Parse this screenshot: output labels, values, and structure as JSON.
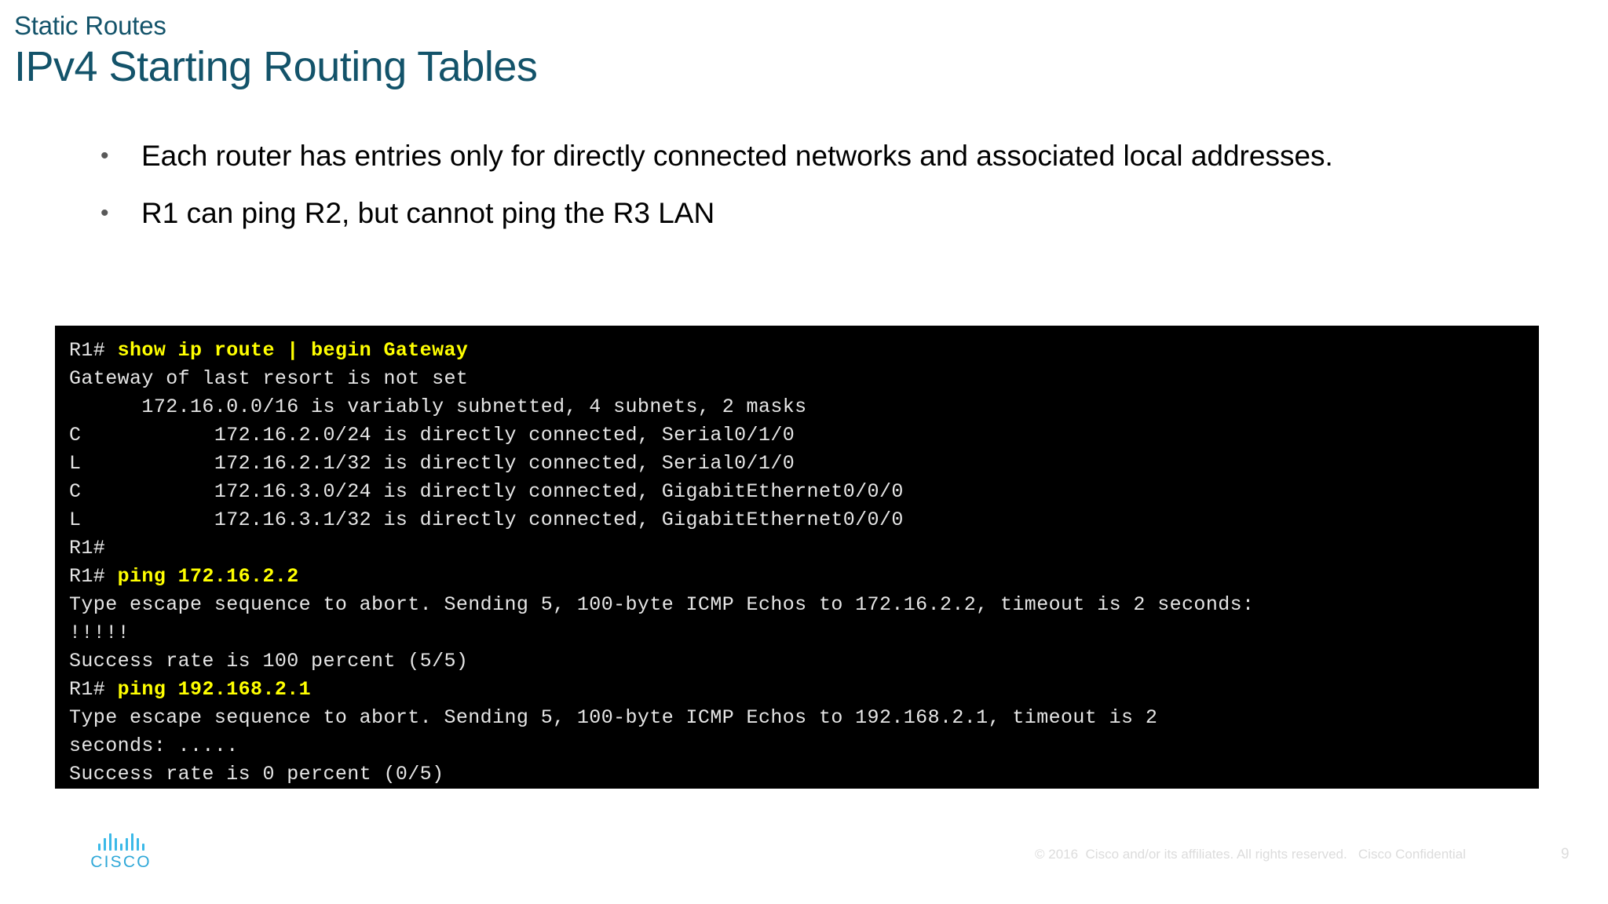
{
  "header": {
    "eyebrow": "Static Routes",
    "title": "IPv4 Starting Routing Tables",
    "accent_color": "#13536A"
  },
  "bullets": [
    {
      "marker": "•",
      "text": "Each router has entries only for directly connected networks and associated local addresses."
    },
    {
      "marker": "•",
      "text": "R1 can ping R2, but cannot ping the R3 LAN"
    }
  ],
  "terminal": {
    "background": "#000000",
    "text_color": "#E6E6E6",
    "command_color": "#FFFF00",
    "lines": [
      {
        "prompt": "R1# ",
        "command": "show ip route | begin Gateway",
        "rest": ""
      },
      {
        "prompt": "",
        "command": "",
        "rest": "Gateway of last resort is not set"
      },
      {
        "prompt": "",
        "command": "",
        "rest": "      172.16.0.0/16 is variably subnetted, 4 subnets, 2 masks"
      },
      {
        "prompt": "",
        "command": "",
        "rest": "C           172.16.2.0/24 is directly connected, Serial0/1/0"
      },
      {
        "prompt": "",
        "command": "",
        "rest": "L           172.16.2.1/32 is directly connected, Serial0/1/0"
      },
      {
        "prompt": "",
        "command": "",
        "rest": "C           172.16.3.0/24 is directly connected, GigabitEthernet0/0/0"
      },
      {
        "prompt": "",
        "command": "",
        "rest": "L           172.16.3.1/32 is directly connected, GigabitEthernet0/0/0"
      },
      {
        "prompt": "",
        "command": "",
        "rest": "R1#"
      },
      {
        "prompt": "R1# ",
        "command": "ping 172.16.2.2",
        "rest": ""
      },
      {
        "prompt": "",
        "command": "",
        "rest": "Type escape sequence to abort. Sending 5, 100-byte ICMP Echos to 172.16.2.2, timeout is 2 seconds:"
      },
      {
        "prompt": "",
        "command": "",
        "rest": "!!!!!"
      },
      {
        "prompt": "",
        "command": "",
        "rest": "Success rate is 100 percent (5/5)"
      },
      {
        "prompt": "R1# ",
        "command": "ping 192.168.2.1",
        "rest": ""
      },
      {
        "prompt": "",
        "command": "",
        "rest": "Type escape sequence to abort. Sending 5, 100-byte ICMP Echos to 192.168.2.1, timeout is 2"
      },
      {
        "prompt": "",
        "command": "",
        "rest": "seconds: ....."
      },
      {
        "prompt": "",
        "command": "",
        "rest": "Success rate is 0 percent (0/5)"
      }
    ]
  },
  "footer": {
    "logo_text": "CISCO",
    "logo_color": "#2FA8D8",
    "copyright": "© 2016  Cisco and/or its affiliates. All rights reserved.   Cisco Confidential",
    "page_number": "9"
  }
}
